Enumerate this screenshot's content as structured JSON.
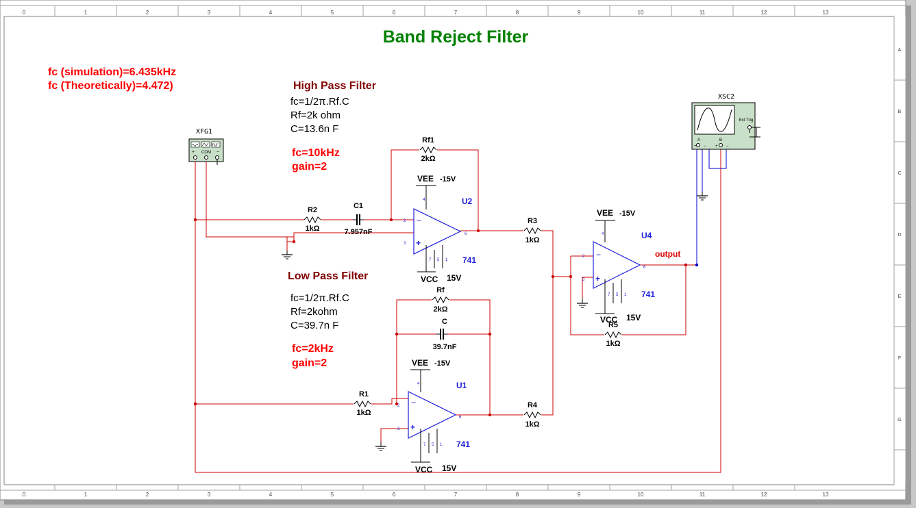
{
  "title": "Band Reject Filter",
  "fc_notes": [
    "fc (simulation)=6.435kHz",
    "fc (Theoretically)=4.472)"
  ],
  "border": {
    "columns": [
      "0",
      "1",
      "2",
      "3",
      "4",
      "5",
      "6",
      "7",
      "8",
      "9",
      "10",
      "11",
      "12",
      "13"
    ],
    "rows": [
      "A",
      "B",
      "C",
      "D",
      "E",
      "F",
      "G"
    ]
  },
  "hpf": {
    "heading": "High Pass Filter",
    "formula": [
      "fc=1/2π.Rf.C",
      "Rf=2k ohm",
      "C=13.6n F"
    ],
    "result": [
      "fc=10kHz",
      "gain=2"
    ]
  },
  "lpf": {
    "heading": "Low Pass Filter",
    "formula": [
      "fc=1/2π.Rf.C",
      "Rf=2kohm",
      "C=39.7n F"
    ],
    "result": [
      "fc=2kHz",
      "gain=2"
    ]
  },
  "xfg1": {
    "label": "XFG1",
    "com": "COM",
    "plus": "+",
    "minus": "−"
  },
  "xsc2": {
    "label": "XSC2",
    "ext_trig": "Ext Trig",
    "a": "A",
    "b": "B"
  },
  "components": {
    "r2": {
      "ref": "R2",
      "value": "1kΩ"
    },
    "c1": {
      "ref": "C1",
      "value": "7.957nF"
    },
    "rf1": {
      "ref": "Rf1",
      "value": "2kΩ"
    },
    "r3": {
      "ref": "R3",
      "value": "1kΩ"
    },
    "rf": {
      "ref": "Rf",
      "value": "2kΩ"
    },
    "c": {
      "ref": "C",
      "value": "39.7nF"
    },
    "r1": {
      "ref": "R1",
      "value": "1kΩ"
    },
    "r4": {
      "ref": "R4",
      "value": "1kΩ"
    },
    "r5": {
      "ref": "R5",
      "value": "1kΩ"
    }
  },
  "opamps": {
    "u2": {
      "ref": "U2",
      "model": "741",
      "vee": "VEE",
      "vee_val": "-15V",
      "vcc": "VCC",
      "vcc_val": "15V"
    },
    "u1": {
      "ref": "U1",
      "model": "741",
      "vee": "VEE",
      "vee_val": "-15V",
      "vcc": "VCC",
      "vcc_val": "15V"
    },
    "u4": {
      "ref": "U4",
      "model": "741",
      "vee": "VEE",
      "vee_val": "-15V",
      "vcc": "VCC",
      "vcc_val": "15V"
    }
  },
  "pins": {
    "p1": "1",
    "p2": "2",
    "p3": "3",
    "p4": "4",
    "p5": "5",
    "p6": "6",
    "p7": "7",
    "minus": "−",
    "plus": "+"
  },
  "output_label": "output",
  "colors": {
    "wire_red": "#cc0000",
    "wire_blue": "#0000cc",
    "title_green": "#008000",
    "heading_maroon": "#800000",
    "accent_red": "#ff0000",
    "opamp_blue": "#1f1fdc",
    "instrument_fill": "#c8dfc8"
  }
}
